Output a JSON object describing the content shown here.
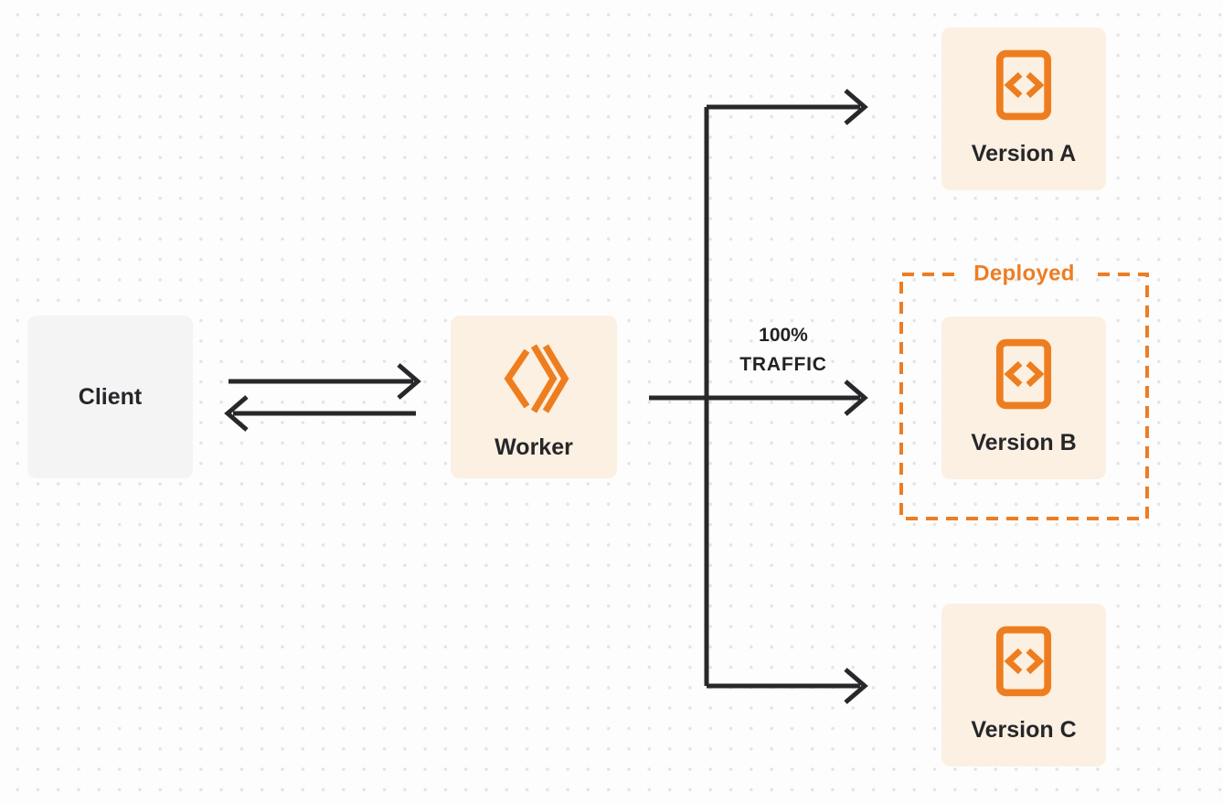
{
  "diagram": {
    "nodes": {
      "client": {
        "label": "Client"
      },
      "worker": {
        "label": "Worker"
      },
      "version_a": {
        "label": "Version A"
      },
      "version_b": {
        "label": "Version B"
      },
      "version_c": {
        "label": "Version C"
      }
    },
    "deployed_group": {
      "label": "Deployed"
    },
    "traffic_label": {
      "line1": "100%",
      "line2": "TRAFFIC"
    },
    "edges": [
      {
        "from": "client",
        "to": "worker",
        "style": "bidirectional"
      },
      {
        "from": "worker",
        "to": "version_a",
        "style": "arrow"
      },
      {
        "from": "worker",
        "to": "version_b",
        "style": "arrow",
        "label": "100% TRAFFIC"
      },
      {
        "from": "worker",
        "to": "version_c",
        "style": "arrow"
      }
    ],
    "icons": {
      "worker": "workers-logo-icon",
      "versions": "code-file-icon"
    },
    "colors": {
      "accent_orange": "#ED7D23",
      "node_cream": "#FBF0E1",
      "client_gray": "#F4F4F5",
      "arrow_dark": "#28282B",
      "text_dark": "#26262A",
      "dot_grid": "#E4E4E7",
      "background": "#FDFDFD"
    }
  }
}
